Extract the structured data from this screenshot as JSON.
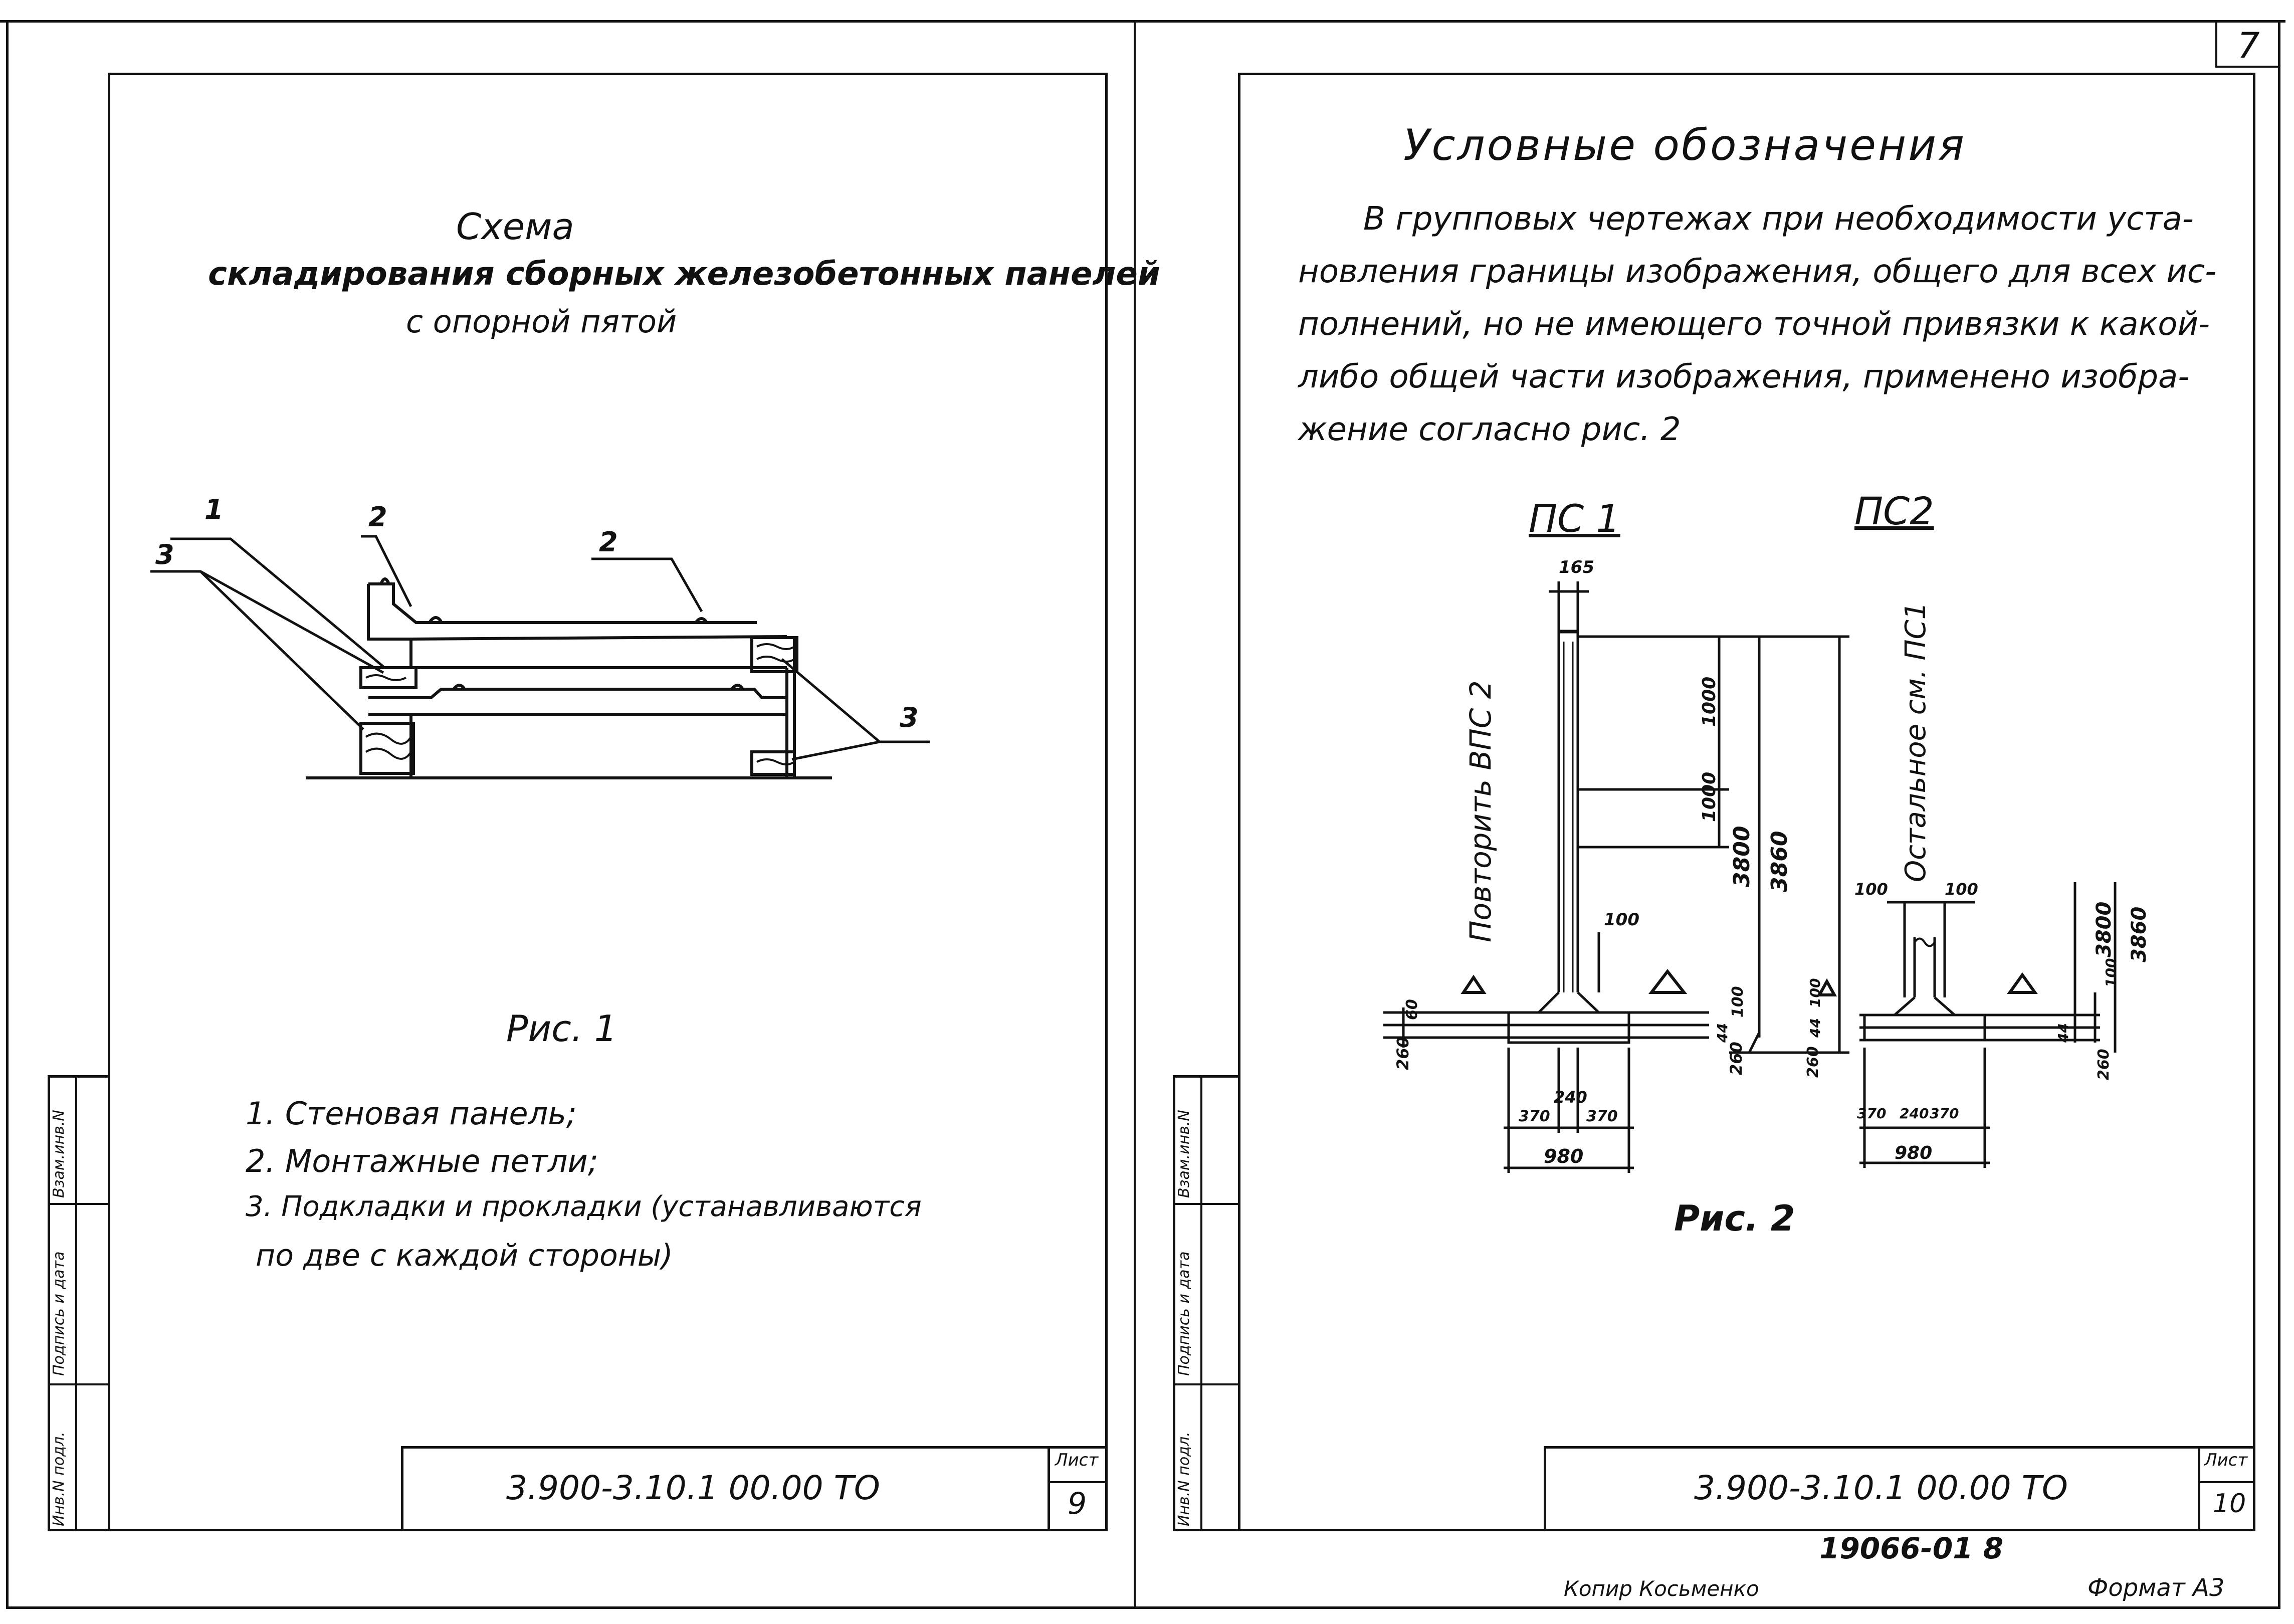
{
  "page_number": "7",
  "left_sheet": {
    "title_line1": "Схема",
    "title_line2": "складирования сборных железобетонных панелей",
    "title_line3": "с опорной пятой",
    "figure_labels": [
      "1",
      "2",
      "2",
      "3",
      "3"
    ],
    "figure_caption": "Рис. 1",
    "legend": [
      "1. Стеновая панель;",
      "2. Монтажные петли;",
      "3. Подкладки и прокладки (устанавливаются",
      "по две с каждой стороны)"
    ],
    "side_labels": [
      "Инв.N подл.",
      "Подпись и дата",
      "Взам.инв.N"
    ],
    "stamp_code": "3.900-3.10.1  00.00 ТО",
    "sheet_label": "Лист",
    "sheet_number": "9"
  },
  "right_sheet": {
    "heading": "Условные обозначения",
    "paragraph": [
      "В групповых чертежах при необходимости уста-",
      "новления границы изображения, общего для всех ис-",
      "полнений, но не имеющего точной привязки к какой-",
      "либо общей части изображения, применено изобра-",
      "жение согласно рис. 2"
    ],
    "pc1": {
      "title": "ПС 1",
      "side_note": "Повторить ВПС 2",
      "dims": [
        "165",
        "1000",
        "1000",
        "3800",
        "3860",
        "100",
        "100",
        "60",
        "260",
        "44",
        "260",
        "240",
        "370",
        "370",
        "980"
      ]
    },
    "pc2": {
      "title": "ПС2",
      "side_note": "Остальное см. ПС1",
      "dims": [
        "100",
        "100",
        "44",
        "100",
        "260",
        "100",
        "44",
        "3800",
        "3860",
        "260",
        "370",
        "240",
        "370",
        "980"
      ]
    },
    "figure_caption": "Рис. 2",
    "side_labels": [
      "Инв.N подл.",
      "Подпись и дата",
      "Взам.инв.N"
    ],
    "stamp_code": "3.900-3.10.1  00.00 ТО",
    "sheet_label": "Лист",
    "sheet_number": "10",
    "archive_number": "19066-01  8",
    "copied_by": "Копир  Косьменко",
    "format": "Формат А3"
  }
}
